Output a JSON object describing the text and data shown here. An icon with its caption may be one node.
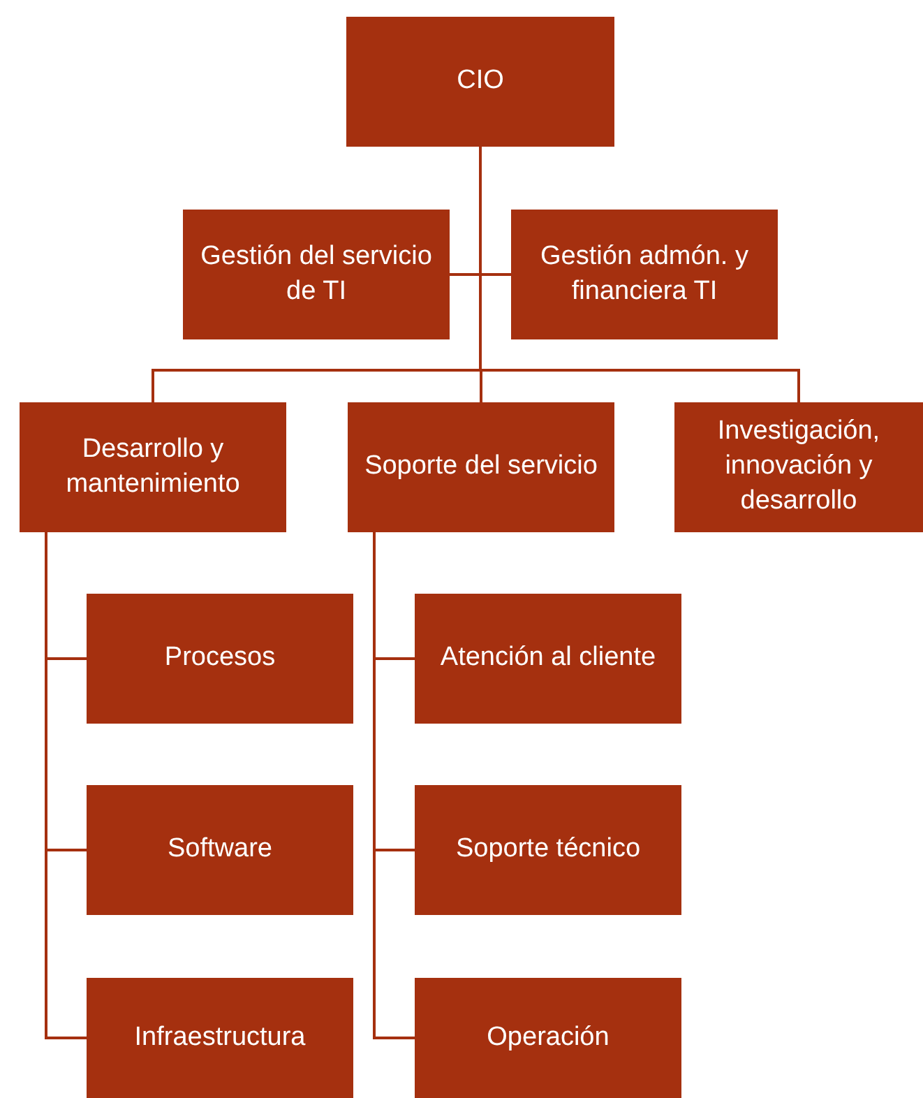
{
  "diagram": {
    "nodes": [
      {
        "text": [
          "CIO"
        ]
      },
      {
        "text": [
          "Gestión del servicio de TI"
        ]
      },
      {
        "text": [
          "Gestión admón. y financiera TI"
        ]
      },
      {
        "text": [
          "Desarrollo y mantenimiento"
        ]
      },
      {
        "text": [
          "Soporte del servicio"
        ]
      },
      {
        "text": [
          "Investigación, innovación y desarrollo"
        ]
      },
      {
        "text": [
          "Procesos"
        ]
      },
      {
        "text": [
          "Software"
        ]
      },
      {
        "text": [
          "Infraestructura"
        ]
      },
      {
        "text": [
          "Atención al cliente"
        ]
      },
      {
        "text": [
          "Soporte técnico"
        ]
      },
      {
        "text": [
          "Operación"
        ]
      }
    ],
    "edges": [
      {
        "from": 0,
        "to": 1,
        "arrow": "none"
      },
      {
        "from": 0,
        "to": 2,
        "arrow": "none"
      },
      {
        "from": 0,
        "to": 3,
        "arrow": "none"
      },
      {
        "from": 0,
        "to": 4,
        "arrow": "none"
      },
      {
        "from": 0,
        "to": 5,
        "arrow": "none"
      },
      {
        "from": 3,
        "to": 6,
        "arrow": "none"
      },
      {
        "from": 3,
        "to": 7,
        "arrow": "none"
      },
      {
        "from": 3,
        "to": 8,
        "arrow": "none"
      },
      {
        "from": 4,
        "to": 9,
        "arrow": "none"
      },
      {
        "from": 4,
        "to": 10,
        "arrow": "none"
      },
      {
        "from": 4,
        "to": 11,
        "arrow": "none"
      }
    ]
  }
}
